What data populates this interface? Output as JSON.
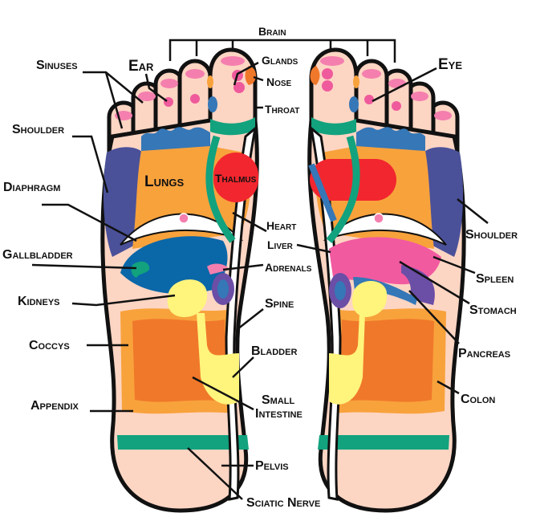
{
  "title": "Foot reflexology chart",
  "labels": {
    "brain": "Brain",
    "sinuses": "Sinuses",
    "ear": "Ear",
    "glands": "Glands",
    "nose": "Nose",
    "throat": "Throat",
    "eye": "Eye",
    "shoulder_left": "Shoulder",
    "shoulder_right": "Shoulder",
    "diaphragm": "Diaphragm",
    "lungs": "Lungs",
    "thalmus": "Thalmus",
    "heart": "Heart",
    "liver": "Liver",
    "gallbladder": "Gallbladder",
    "adrenals": "Adrenals",
    "kidneys": "Kidneys",
    "spine": "Spine",
    "spleen": "Spleen",
    "stomach": "Stomach",
    "coccys": "Coccys",
    "bladder": "Bladder",
    "pancreas": "Pancreas",
    "small_intestine_1": "Small",
    "small_intestine_2": "Intestine",
    "colon": "Colon",
    "appendix": "Appendix",
    "pelvis": "Pelvis",
    "sciatic_nerve": "Sciatic Nerve"
  },
  "colors": {
    "skin": "#fdd5c3",
    "outline": "#111111",
    "toe_tip": "#f47fae",
    "point": "#ef5a9c",
    "blue": "#3577b7",
    "purple": "#4a5199",
    "orange": "#f8a23c",
    "red": "#f2262e",
    "green": "#12a27e",
    "darkblue": "#0a67a8",
    "yellow": "#fff47c",
    "deeporange": "#f0782a",
    "pink": "#f25aa0",
    "violet": "#6b4ea6"
  }
}
